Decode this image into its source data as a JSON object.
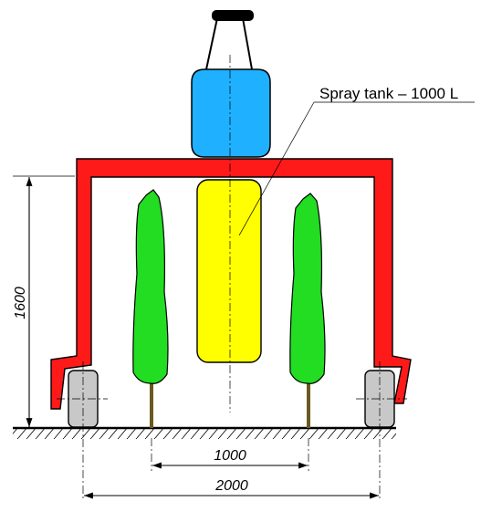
{
  "callout": {
    "label": "Spray tank – 1000 L"
  },
  "dimensions": {
    "height": "1600",
    "row_spacing": "1000",
    "track_width": "2000"
  },
  "colors": {
    "frame": "#ff1a1a",
    "tank": "#1fb0ff",
    "tank_cap": "#000000",
    "trees": "#22dd22",
    "trunk": "#6b5a1e",
    "center_unit": "#ffff00",
    "wheels": "#c8c8c8",
    "ground": "#000000"
  },
  "icons": {
    "tank": "spray-tank-icon",
    "tree": "cypress-tree-icon",
    "wheel": "wheel-icon"
  }
}
